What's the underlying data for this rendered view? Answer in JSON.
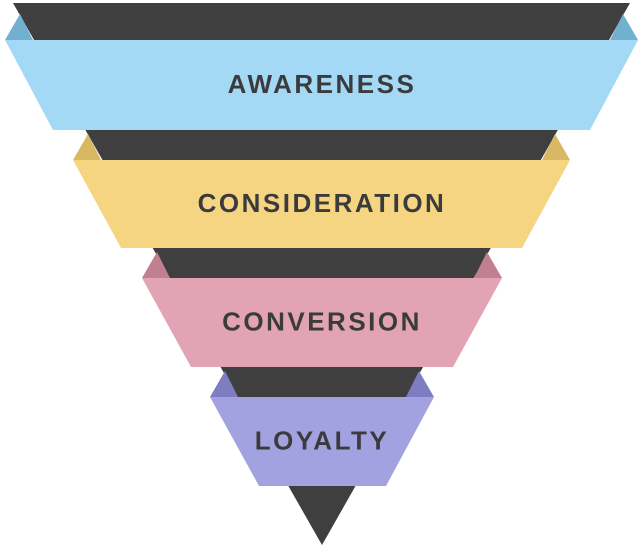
{
  "funnel": {
    "stages": [
      {
        "label": "AWARENESS",
        "color": "#a3d9f5",
        "fold_color": "#72b0cf"
      },
      {
        "label": "CONSIDERATION",
        "color": "#f5d482",
        "fold_color": "#d8b862"
      },
      {
        "label": "CONVERSION",
        "color": "#e2a4b4",
        "fold_color": "#c08090"
      },
      {
        "label": "LOYALTY",
        "color": "#a3a2e0",
        "fold_color": "#7e7dc2"
      }
    ],
    "back_color": "#3f3f3f"
  }
}
